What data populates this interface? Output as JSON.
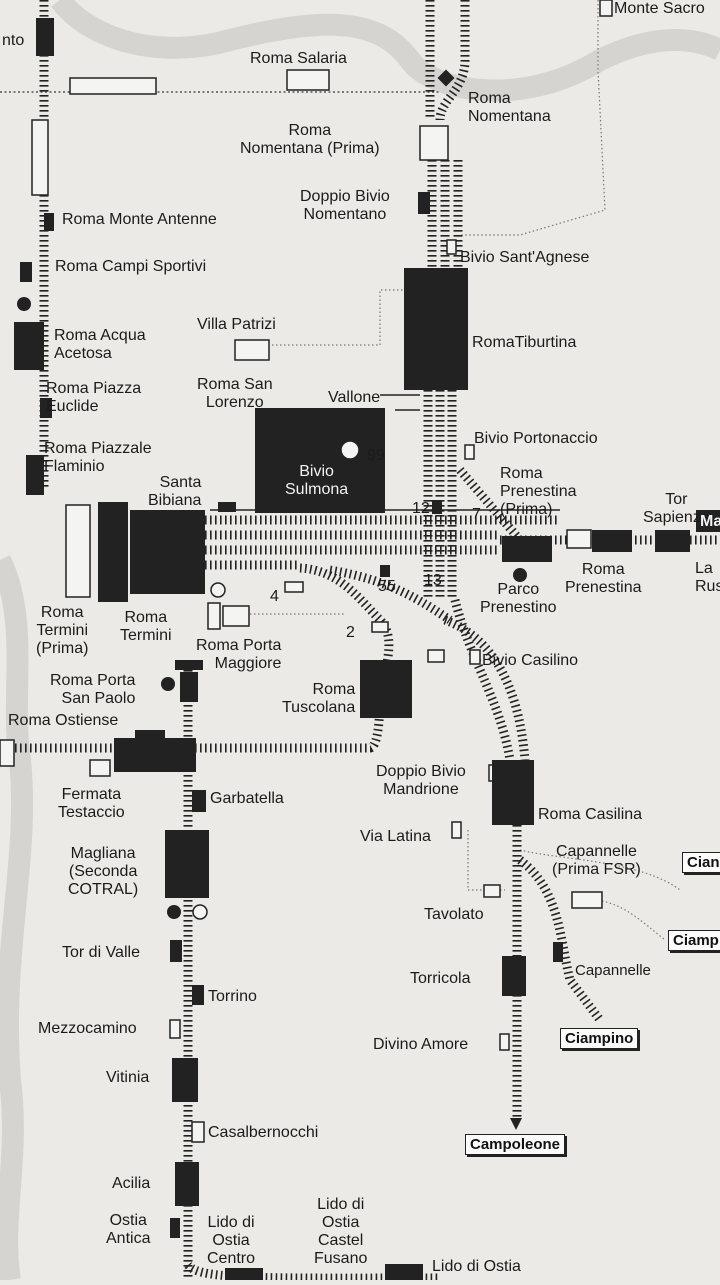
{
  "labels": {
    "monte_sacro": "Monte Sacro",
    "nto": "nto",
    "roma_salaria": "Roma Salaria",
    "roma_nomentana": "Roma\nNomentana",
    "roma_nomentana_prima": "Roma\nNomentana (Prima)",
    "doppio_bivio_nomentano": "Doppio Bivio\nNomentano",
    "bivio_santagnese": "Bivio Sant'Agnese",
    "roma_monte_antenne": "Roma Monte Antenne",
    "roma_campi_sportivi": "Roma Campi Sportivi",
    "roma_acqua_acetosa": "Roma Acqua\nAcetosa",
    "villa_patrizi": "Villa Patrizi",
    "roma_tiburtina": "RomaTiburtina",
    "roma_piazza_euclide": "Roma Piazza\nEuclide",
    "roma_san_lorenzo": "Roma San\nLorenzo",
    "vallone": "Vallone",
    "bivio_portonaccio": "Bivio Portonaccio",
    "roma_piazzale_flaminio": "Roma Piazzale\nFlaminio",
    "bivio_sulmona": "Bivio\nSulmona",
    "santa_bibiana": "Santa\nBibiana",
    "roma_prenestina_prima": "Roma\nPrenestina\n(Prima)",
    "tor_sapienza": "Tor\nSapienza",
    "ma": "Ma",
    "la_rus": "La\nRus",
    "roma_prenestina": "Roma\nPrenestina",
    "parco_prenestino": "Parco\nPrenestino",
    "roma_termini_prima": "Roma\nTermini\n(Prima)",
    "roma_termini": "Roma\nTermini",
    "roma_porta_maggiore": "Roma Porta\nMaggiore",
    "bivio_casilino": "Bivio Casilino",
    "roma_porta_san_paolo": "Roma Porta\nSan Paolo",
    "roma_tuscolana": "Roma\nTuscolana",
    "roma_ostiense": "Roma Ostiense",
    "fermata_testaccio": "Fermata\nTestaccio",
    "garbatella": "Garbatella",
    "doppio_bivio_mandrione": "Doppio Bivio\nMandrione",
    "roma_casilina": "Roma Casilina",
    "via_latina": "Via Latina",
    "magliana": "Magliana\n(Seconda\nCOTRAL)",
    "capannelle_prima": "Capannelle\n(Prima FSR)",
    "cian": "Cian",
    "tavolato": "Tavolato",
    "ciamp": "Ciamp",
    "tor_di_valle": "Tor di Valle",
    "capannelle": "Capannelle",
    "torricola": "Torricola",
    "torrino": "Torrino",
    "ciampino": "Ciampino",
    "mezzocamino": "Mezzocamino",
    "divino_amore": "Divino Amore",
    "vitinia": "Vitinia",
    "casalbernocchi": "Casalbernocchi",
    "campoleone": "Campoleone",
    "acilia": "Acilia",
    "ostia_antica": "Ostia\nAntica",
    "lido_ostia_centro": "Lido di\nOstia\nCentro",
    "lido_ostia_castel_fusano": "Lido di\nOstia\nCastel\nFusano",
    "lido_di_ostia": "Lido di Ostia"
  },
  "numbers": {
    "n99": "99",
    "n12": "12",
    "n7": "7",
    "n4": "4",
    "n55": "55",
    "n13": "13",
    "n2": "2"
  },
  "colors": {
    "paper": "#eceae6",
    "ink": "#222222"
  }
}
